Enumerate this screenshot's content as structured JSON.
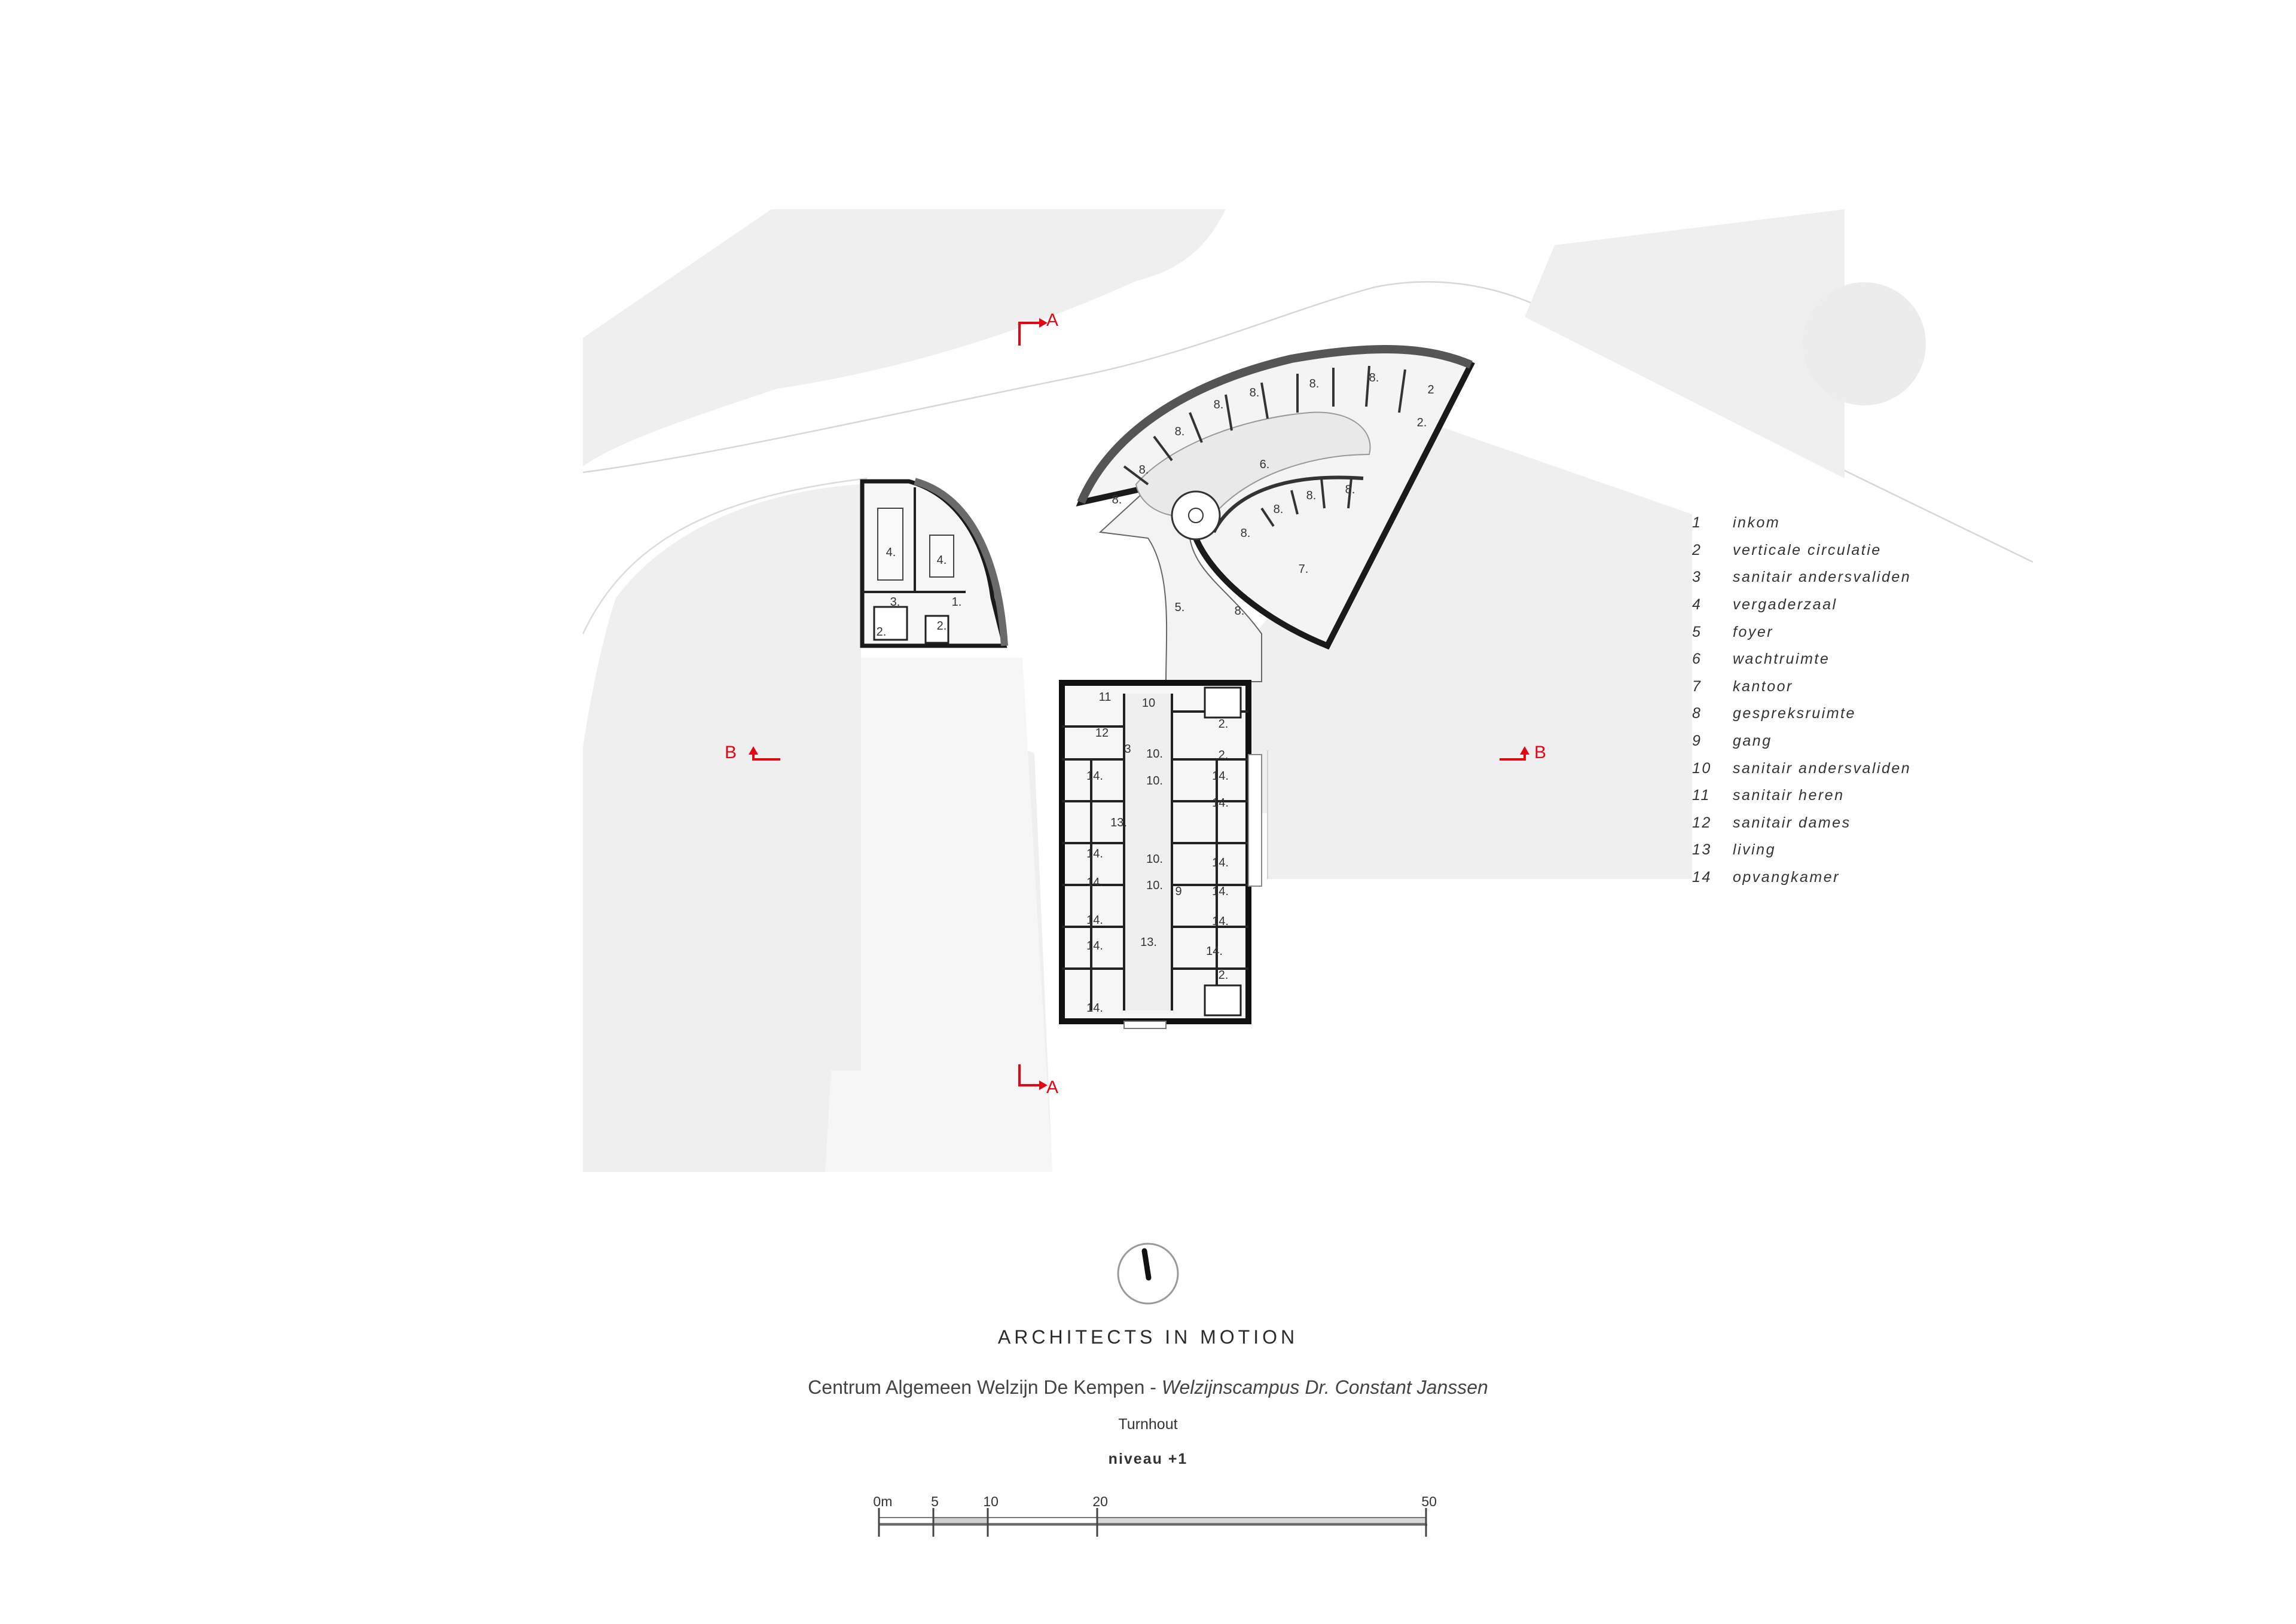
{
  "section_markers": {
    "a_top": "A",
    "a_bottom": "A",
    "b_left": "B",
    "b_right": "B"
  },
  "room_labels": {
    "inkom_west": "1.",
    "circ_west": "2.",
    "sanitair_west": "3.",
    "vergader_1": "4.",
    "vergader_2": "4.",
    "stair_west": "2.",
    "foyer": "5.",
    "wachtruimte": "6.",
    "kantoor": "7.",
    "gesprek_1": "8.",
    "gesprek_2": "8.",
    "gesprek_3": "8.",
    "gesprek_4": "8.",
    "gesprek_5": "8.",
    "gesprek_6": "8.",
    "gesprek_7": "8.",
    "gesprek_8": "8.",
    "gesprek_9": "8.",
    "gesprek_10": "8.",
    "gesprek_11": "8.",
    "gesprek_12": "8.",
    "circ_north": "2.",
    "circ_north_2": "2",
    "sanitair_heren": "11",
    "sanitair_dames": "12",
    "sanitair_av_1": "10",
    "sanitair_av_2": "10.",
    "sanitair_av_3": "10.",
    "sanitair_av_4": "10.",
    "sanitair_av_5": "10.",
    "sanitair_3": "3",
    "living_1": "13.",
    "living_2": "13.",
    "gang": "9",
    "circ_east_1": "2.",
    "circ_east_2": "2.",
    "circ_south": "2.",
    "opvang_w1": "14.",
    "opvang_w2": "14.",
    "opvang_w3": "14.",
    "opvang_w4": "14.",
    "opvang_w5": "14.",
    "opvang_w6": "14.",
    "opvang_e1": "14.",
    "opvang_e2": "14.",
    "opvang_e3": "14.",
    "opvang_e4": "14.",
    "opvang_e5": "14.",
    "opvang_e6": "14."
  },
  "legend": [
    {
      "num": "1",
      "label": "inkom"
    },
    {
      "num": "2",
      "label": "verticale circulatie"
    },
    {
      "num": "3",
      "label": "sanitair andersvaliden"
    },
    {
      "num": "4",
      "label": "vergaderzaal"
    },
    {
      "num": "5",
      "label": "foyer"
    },
    {
      "num": "6",
      "label": "wachtruimte"
    },
    {
      "num": "7",
      "label": "kantoor"
    },
    {
      "num": "8",
      "label": "gespreksruimte"
    },
    {
      "num": "9",
      "label": "gang"
    },
    {
      "num": "10",
      "label": "sanitair andersvaliden"
    },
    {
      "num": "11",
      "label": "sanitair heren"
    },
    {
      "num": "12",
      "label": "sanitair dames"
    },
    {
      "num": "13",
      "label": "living"
    },
    {
      "num": "14",
      "label": "opvangkamer"
    }
  ],
  "title_block": {
    "firm": "ARCHITECTS IN MOTION",
    "project_main": "Centrum Algemeen Welzijn De Kempen - ",
    "project_italic": "Welzijnscampus Dr. Constant Janssen",
    "city": "Turnhout",
    "level": "niveau +1"
  },
  "scale_bar": {
    "labels": [
      "0m",
      "5",
      "10",
      "20",
      "50"
    ],
    "values": [
      0,
      5,
      10,
      20,
      50
    ]
  },
  "colors": {
    "section_red": "#e30613",
    "context_gray": "#efefef",
    "wall": "#1a1a1a",
    "text": "#333333"
  }
}
